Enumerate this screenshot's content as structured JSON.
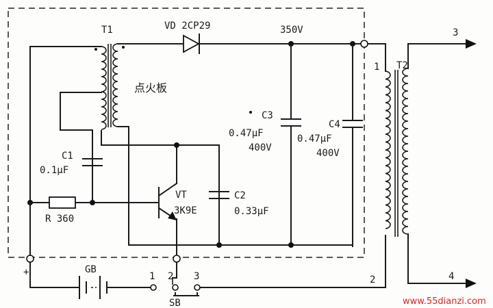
{
  "labels": {
    "t1": "T1",
    "vd": "VD 2CP29",
    "v350": "350V",
    "board": "点火板",
    "c3": "C3",
    "c3_val": "0.47μF",
    "c3_v": "400V",
    "c4": "C4",
    "c4_val": "0.47μF",
    "c4_v": "400V",
    "c1": "C1",
    "c1_val": "0.1μF",
    "c2": "C2",
    "c2_val": "0.33μF",
    "r": "R 360",
    "vt": "VT",
    "vt_part": "3K9E",
    "t2": "T2",
    "t2_pin1": "1",
    "t2_pin2": "2",
    "out3": "3",
    "out4": "4",
    "gb": "GB",
    "plus": "+",
    "sw1": "1",
    "sw2": "2",
    "sw3": "3",
    "sb": "SB",
    "watermark": "www.55dianzi.com"
  }
}
